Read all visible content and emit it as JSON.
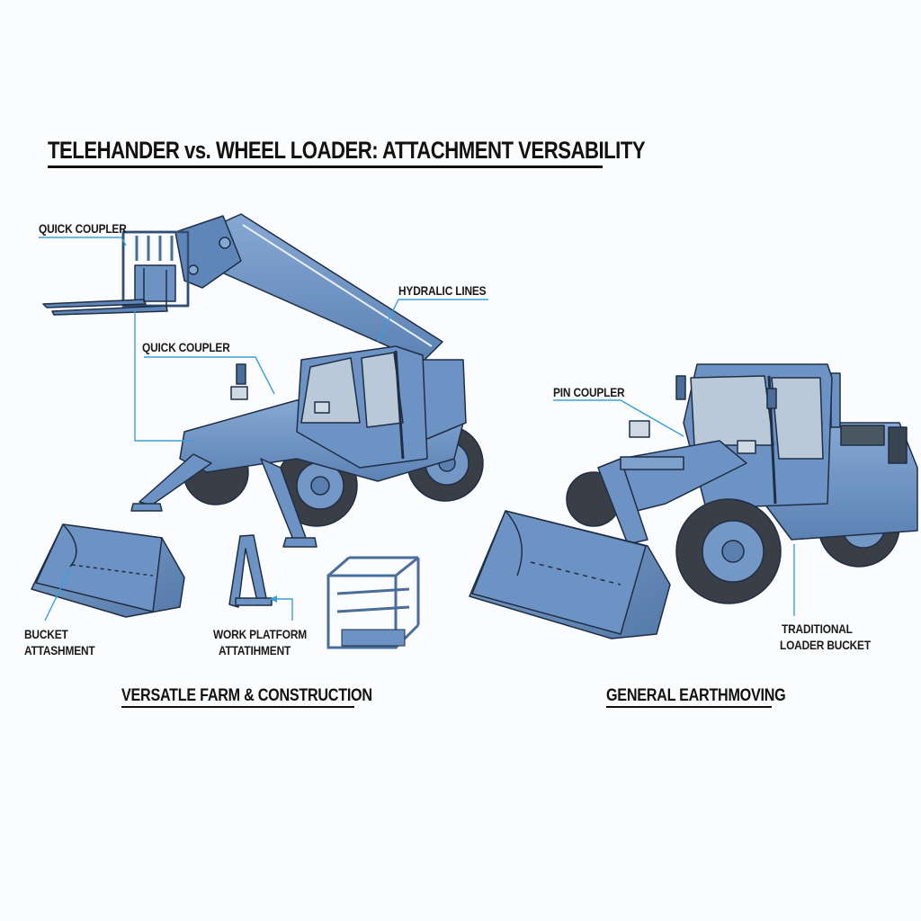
{
  "title": "TELEHANDER vs. WHEEL LOADER: ATTACHMENT VERSABILITY",
  "colors": {
    "machine_body": "#6d93c4",
    "machine_dark": "#4a6d9a",
    "outline": "#1f2e44",
    "tire": "#3a3f47",
    "leader_line": "#3aa0d8",
    "glass": "#b9c9d8"
  },
  "telehandler": {
    "labels": {
      "quick_coupler_top": "QUICK COUPLER",
      "hydraulic_lines": "HYDRALIC LINES",
      "quick_coupler_mid": "QUICK COUPLER",
      "bucket": [
        "BUCKET",
        "ATTASHMENT"
      ],
      "work_platform": [
        "WORK PLATFORM",
        "ATTATIHMENT"
      ]
    },
    "section_caption": "VERSATLE FARM & CONSTRUCTION"
  },
  "wheel_loader": {
    "labels": {
      "pin_coupler": "PIN COUPLER",
      "traditional_bucket": [
        "TRADITIONAL",
        "LOADER BUCKET"
      ]
    },
    "section_caption": "GENERAL EARTHMOVING"
  }
}
